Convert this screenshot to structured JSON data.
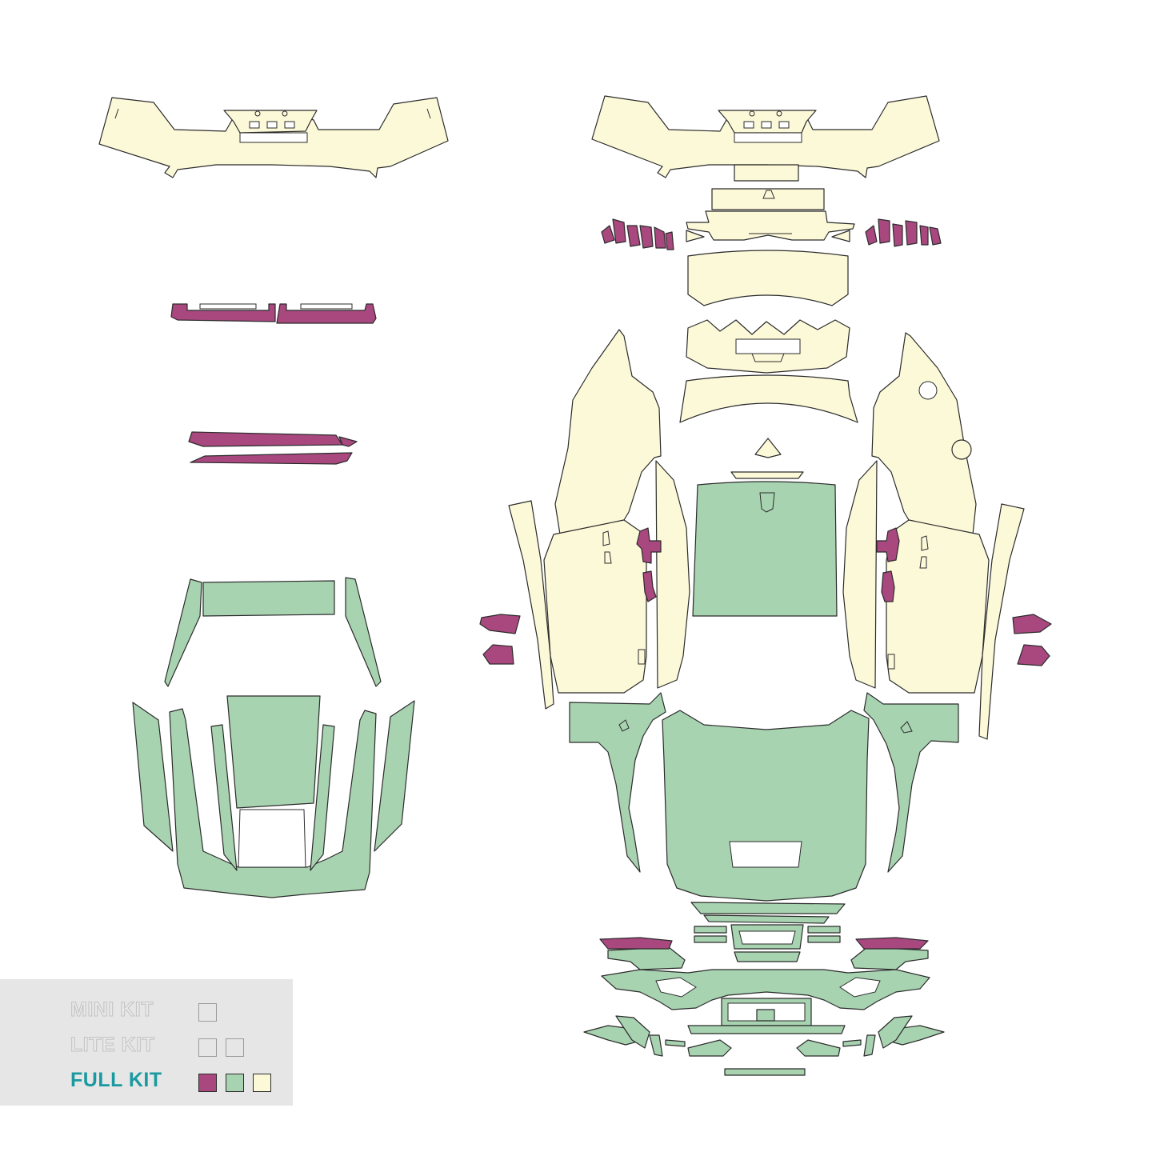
{
  "colors": {
    "magenta": "#a8487f",
    "green": "#a8d3b1",
    "cream": "#fcf9d9",
    "accent": "#1a9aa0",
    "legend_bg": "#e6e6e6"
  },
  "legend": {
    "rows": [
      {
        "label": "MINI KIT",
        "state": "inactive",
        "swatches": [
          "empty"
        ]
      },
      {
        "label": "LITE KIT",
        "state": "inactive",
        "swatches": [
          "empty",
          "empty"
        ]
      },
      {
        "label": "FULL KIT",
        "state": "active",
        "swatches": [
          "magenta",
          "green",
          "cream"
        ]
      }
    ]
  }
}
